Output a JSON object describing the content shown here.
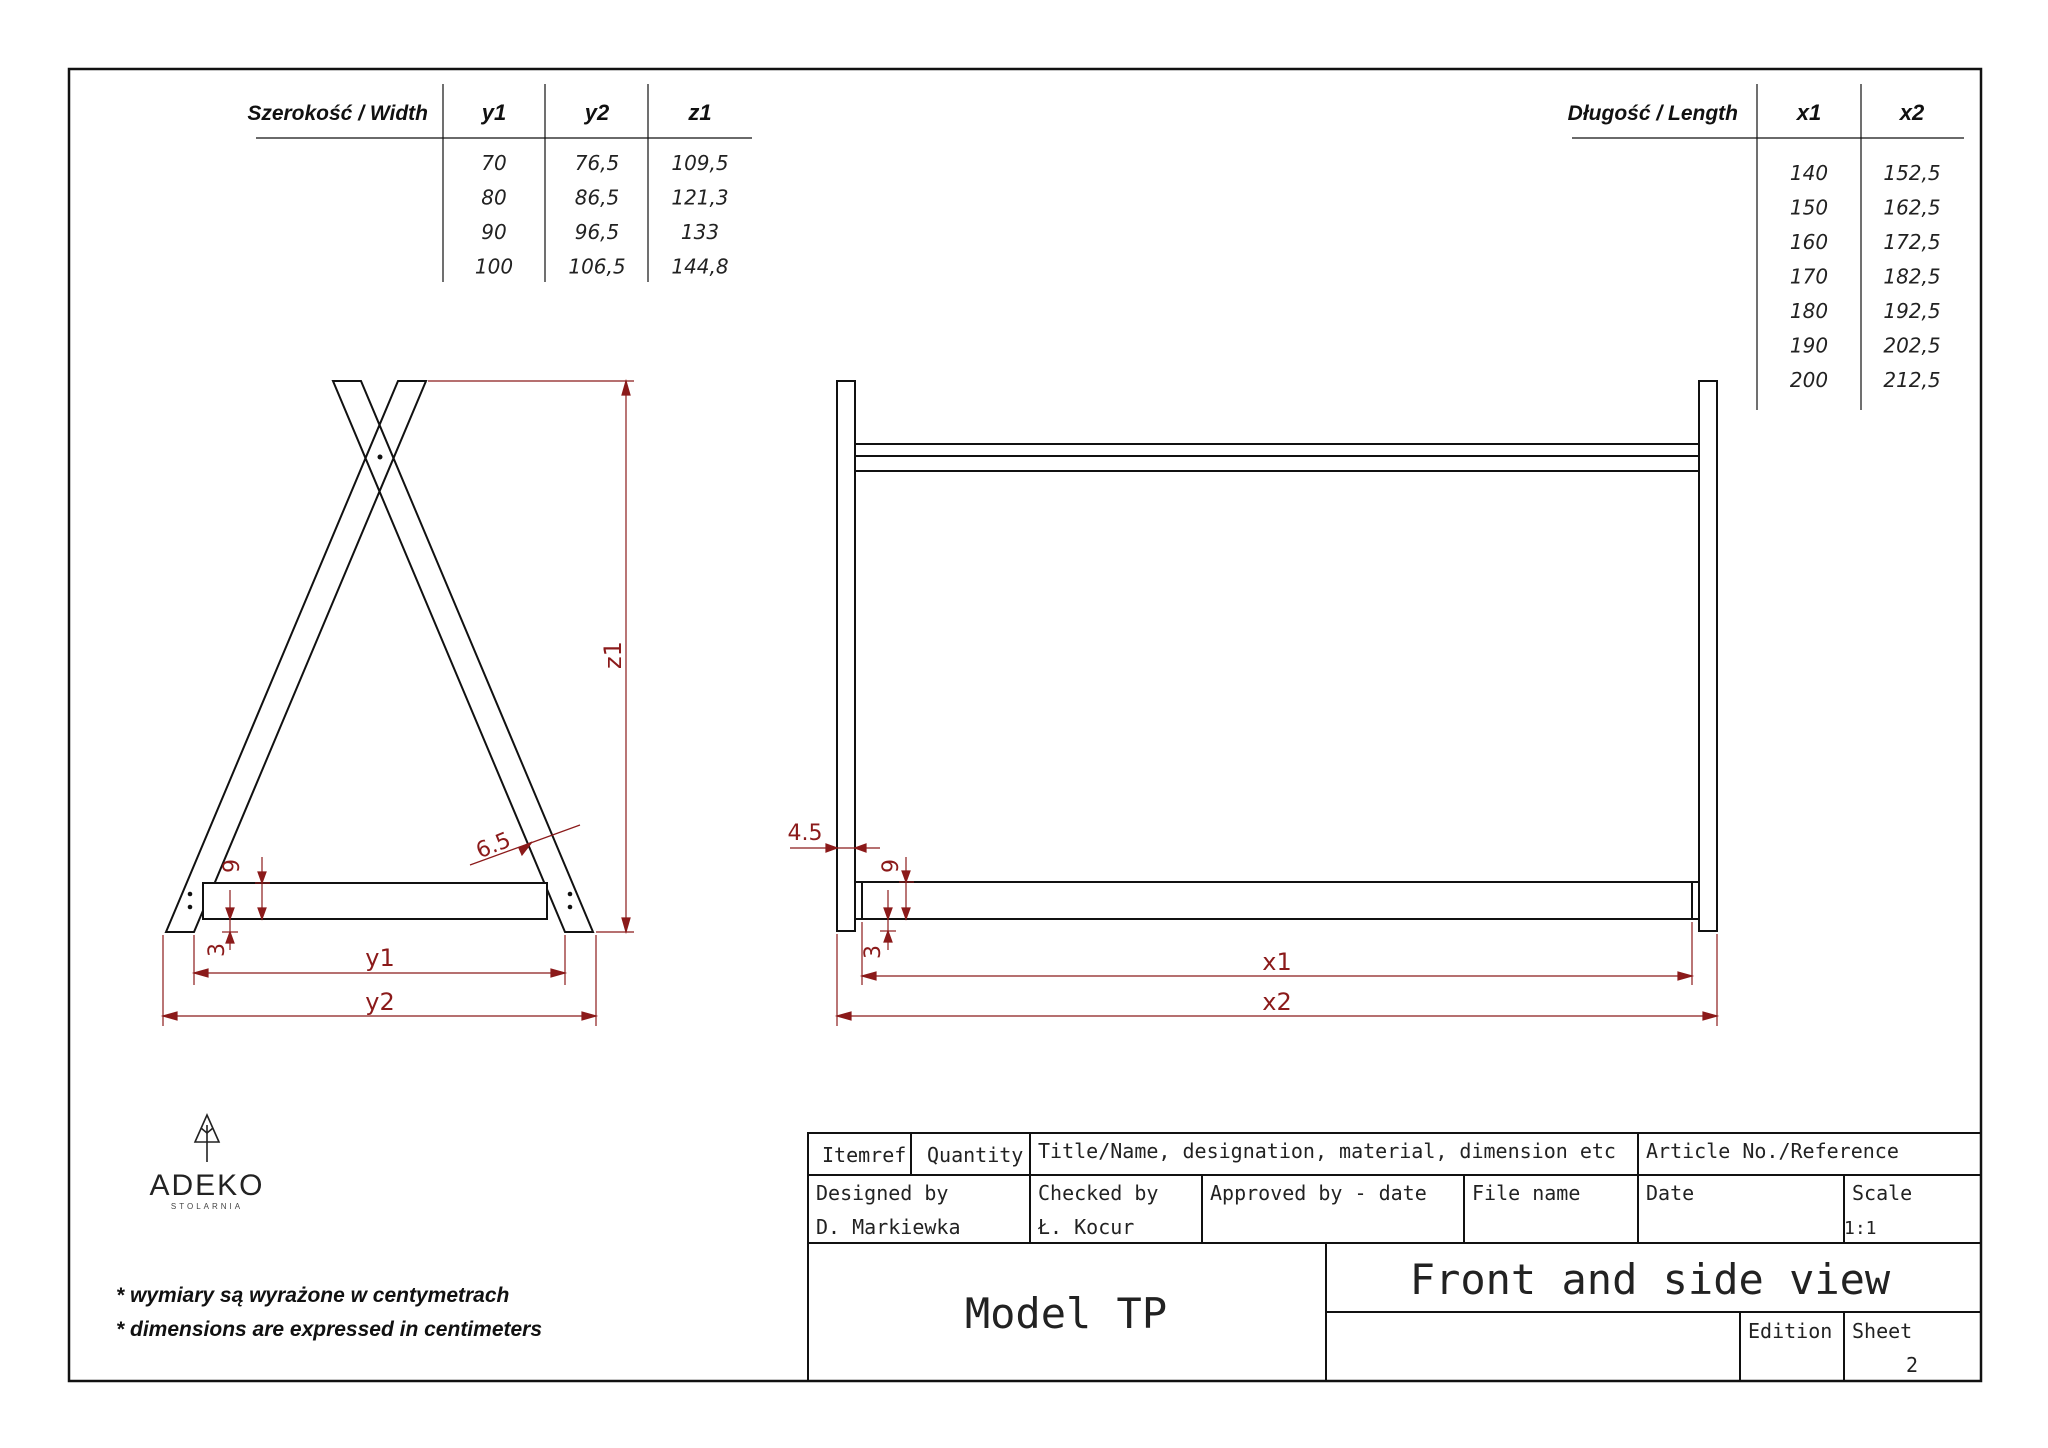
{
  "width_table": {
    "header_label": "Szerokość / Width",
    "columns": [
      "y1",
      "y2",
      "z1"
    ],
    "rows": [
      [
        "70",
        "76,5",
        "109,5"
      ],
      [
        "80",
        "86,5",
        "121,3"
      ],
      [
        "90",
        "96,5",
        "133"
      ],
      [
        "100",
        "106,5",
        "144,8"
      ]
    ]
  },
  "length_table": {
    "header_label": "Długość / Length",
    "columns": [
      "x1",
      "x2"
    ],
    "rows": [
      [
        "140",
        "152,5"
      ],
      [
        "150",
        "162,5"
      ],
      [
        "160",
        "172,5"
      ],
      [
        "170",
        "182,5"
      ],
      [
        "180",
        "192,5"
      ],
      [
        "190",
        "202,5"
      ],
      [
        "200",
        "212,5"
      ]
    ]
  },
  "side_view_dims": {
    "z1": "z1",
    "y1": "y1",
    "y2": "y2",
    "board": "9",
    "offset": "3",
    "leg": "6.5"
  },
  "front_view_dims": {
    "x1": "x1",
    "x2": "x2",
    "post": "4.5",
    "board": "9",
    "offset": "3"
  },
  "logo": {
    "brand": "ADEKO",
    "sub": "STOLARNIA"
  },
  "notes": [
    "* wymiary są wyrażone w centymetrach",
    "* dimensions are expressed in centimeters"
  ],
  "title_block": {
    "itemref": "Itemref",
    "quantity": "Quantity",
    "title_name": "Title/Name, designation, material, dimension etc",
    "article_no": "Article No./Reference",
    "designed_by_label": "Designed by",
    "designed_by_value": "D. Markiewka",
    "checked_by_label": "Checked by",
    "checked_by_value": "Ł. Kocur",
    "approved_by_label": "Approved by - date",
    "file_name_label": "File name",
    "date_label": "Date",
    "scale_label": "Scale",
    "scale_value": "1:1",
    "model": "Model TP",
    "view_title": "Front and side  view",
    "edition_label": "Edition",
    "sheet_label": "Sheet",
    "sheet_value": "2"
  },
  "colors": {
    "line": "#111111",
    "dimension": "#8b1a1a"
  }
}
